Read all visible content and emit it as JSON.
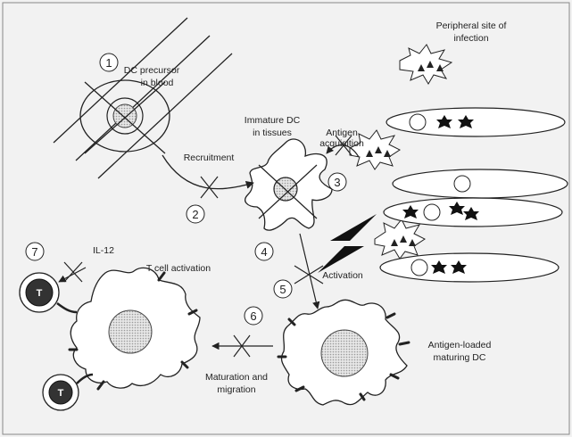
{
  "figure": {
    "steps": [
      "1",
      "2",
      "3",
      "4",
      "5",
      "6",
      "7"
    ],
    "labels": {
      "dc_precursor_line1": "DC precursor",
      "dc_precursor_line2": "in blood",
      "peripheral_line1": "Peripheral site of",
      "peripheral_line2": "infection",
      "immature_line1": "Immature DC",
      "immature_line2": "in tissues",
      "antigen_line1": "Antigen",
      "antigen_line2": "acquisition",
      "recruitment": "Recruitment",
      "activation": "Activation",
      "il12": "IL-12",
      "tcell_activation": "T cell activation",
      "antigen_loaded_line1": "Antigen-loaded",
      "antigen_loaded_line2": "maturing DC",
      "maturation_line1": "Maturation and",
      "maturation_line2": "migration",
      "tcell_letter": "T"
    }
  }
}
